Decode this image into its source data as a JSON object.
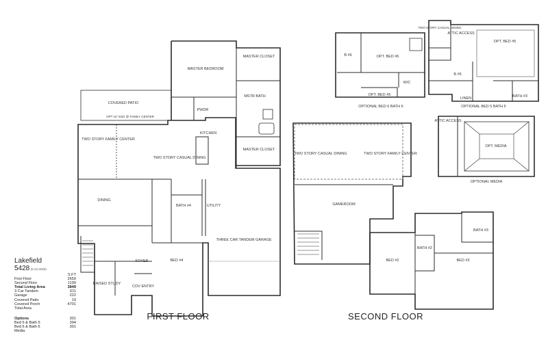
{
  "plan": {
    "name": "Lakefield",
    "code": "5428",
    "date": "(5.22.2025)",
    "sqft_header": "S.FT",
    "areas": [
      {
        "label": "First Floor",
        "value": "2650"
      },
      {
        "label": "Second Floor",
        "value": "1199"
      },
      {
        "label": "Total Living Area",
        "value": "3849"
      },
      {
        "label": "3 Car Tandem",
        "value": "611"
      },
      {
        "label": "Garage",
        "value": "222"
      },
      {
        "label": "Covered Patio",
        "value": "19"
      },
      {
        "label": "Covered Porch",
        "value": "4701"
      },
      {
        "label": "Total Area",
        "value": ""
      }
    ],
    "options_title": "Options",
    "options_value": "301",
    "options": [
      {
        "label": "Bed 5 & Bath 5",
        "value": "394"
      },
      {
        "label": "Bed 6 & Bath 6",
        "value": "301"
      },
      {
        "label": "Media",
        "value": ""
      }
    ]
  },
  "first_floor": {
    "title": "FIRST FLOOR",
    "rooms": {
      "covered_patio": "COVERED PATIO",
      "opt_sgd": "OPT 16' SGD @ FAMILY CENTER",
      "master_bedroom": "MASTER BEDROOM",
      "master_closet_top": "MASTER CLOSET",
      "mstr_bath": "MSTR BATH",
      "master_closet_bottom": "MASTER CLOSET",
      "pwdr": "PWDR",
      "kitchen": "KITCHEN",
      "family_center": "TWO STORY FAMILY CENTER",
      "casual_dining": "TWO STORY CASUAL DINING",
      "dining": "DINING",
      "bath4": "BATH #4",
      "utility": "UTILITY",
      "garage": "THREE CAR TANDEM GARAGE",
      "foyer": "FOYER",
      "bed4": "BED #4",
      "raised_study": "RAISED STUDY",
      "cov_entry": "COV ENTRY"
    }
  },
  "second_floor": {
    "title": "SECOND FLOOR",
    "rooms": {
      "open_dining": "TWO STORY CASUAL DINING",
      "open_family": "TWO STORY FAMILY CENTER",
      "gameroom": "GAMEROOM",
      "bed2": "BED #2",
      "bath2": "BATH #2",
      "bath3": "BATH #3",
      "bed3": "BED #3"
    }
  },
  "option_bed6": {
    "caption": "OPTIONAL BED 6 BATH 6",
    "b6": "B #6",
    "opt_bed6": "OPT. BED #6",
    "wic": "W/C",
    "opt_bath5": "OPT. BED #5"
  },
  "option_bed5": {
    "caption": "OPTIONAL BED 5 BATH 5",
    "casual": "TWO STORY CASUAL DINING",
    "attic": "ATTIC ACCESS",
    "opt_bed5": "OPT. BED #5",
    "b5": "B #5",
    "linen": "LINEN",
    "bath3": "BATH #3"
  },
  "option_media": {
    "caption": "OPTIONAL MEDIA",
    "attic": "ATTIC ACCESS",
    "media": "OPT. MEDIA"
  }
}
